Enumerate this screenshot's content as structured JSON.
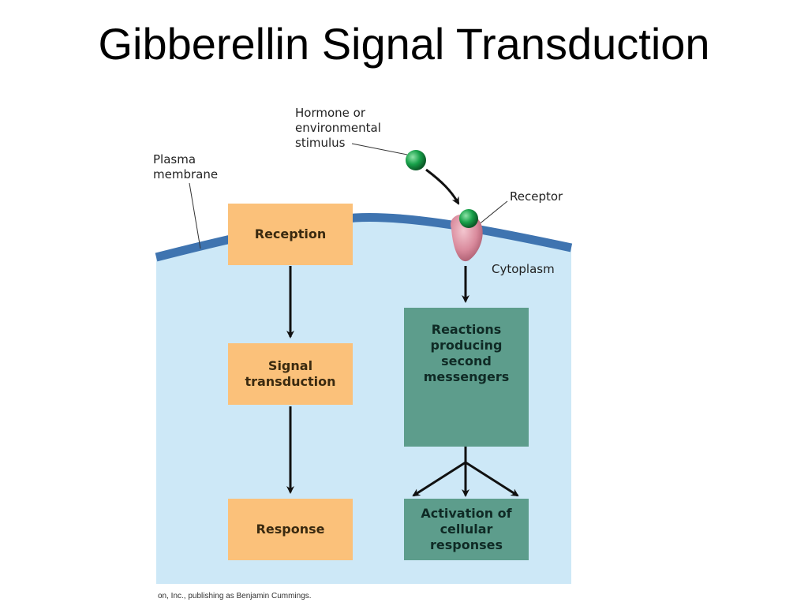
{
  "title": "Gibberellin Signal Transduction",
  "labels": {
    "hormone": "Hormone or\nenvironmental\nstimulus",
    "plasma_membrane": "Plasma\nmembrane",
    "receptor": "Receptor",
    "cytoplasm": "Cytoplasm"
  },
  "left_steps": {
    "reception": "Reception",
    "signal_transduction": "Signal\ntransduction",
    "response": "Response"
  },
  "right_steps": {
    "second_messengers": "Reactions\nproducing\nsecond\nmessengers",
    "activation": "Activation of\ncellular responses"
  },
  "credit": "on, Inc., publishing as Benjamin Cummings.",
  "colors": {
    "cell": "#cde8f7",
    "membrane": "#3f74b0",
    "tan_box": "#fbc17a",
    "teal_box": "#5d9d8c",
    "hormone_sphere": "#18a14a",
    "receptor": "#d98a9c"
  }
}
